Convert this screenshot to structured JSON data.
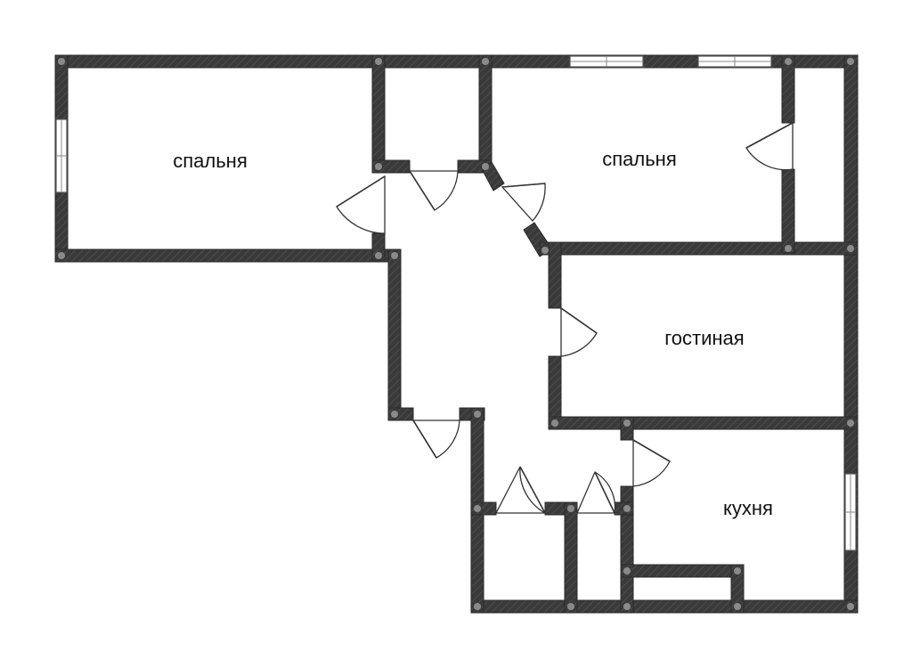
{
  "rooms": [
    {
      "id": "bedroom-1",
      "label": "спальня"
    },
    {
      "id": "bedroom-2",
      "label": "спальня"
    },
    {
      "id": "living-room",
      "label": "гостиная"
    },
    {
      "id": "kitchen",
      "label": "кухня"
    }
  ],
  "colors": {
    "wall": "#3a3a3a",
    "background": "#ffffff",
    "text": "#111111"
  },
  "icons": {
    "door": "door-swing-icon",
    "window": "window-icon"
  }
}
